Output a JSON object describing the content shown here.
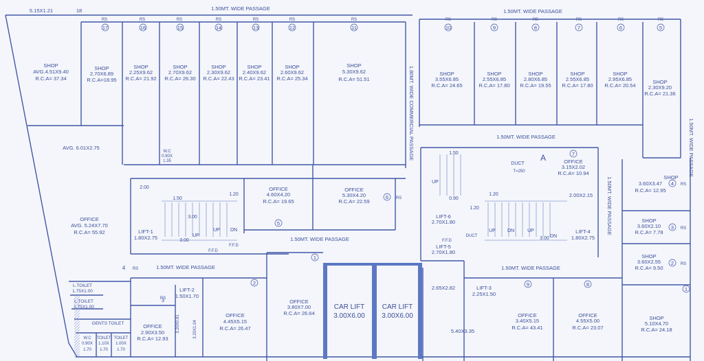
{
  "colors": {
    "paper": "#f4f6fb",
    "ink": "#4257a8",
    "light_ink": "#8c9ad0",
    "car_lift_band": "#5b78c4"
  },
  "corner_dims": {
    "top_left": "5.15X1.21",
    "num_18": "18"
  },
  "passages": {
    "top_left": "1.50MT. WIDE PASSAGE",
    "top_right": "1.50MT. WIDE PASSAGE",
    "commercial_vertical": "1.80MT. WIDE COMMERCIAL PASSAGE",
    "mid_right": "1.50MT. WIDE PASSAGE",
    "right_vertical": "1.50MT. WIDE PASSAGE",
    "lower_center": "1.50MT. WIDE PASSAGE",
    "lower_left": "1.50MT. WIDE PASSAGE",
    "lower_right": "1.50MT. WIDE PASSAGE",
    "far_right_vertical": "1.50MT. WIDE PASSAGE"
  },
  "rooms": {
    "shop_first": {
      "num": "",
      "name": "SHOP",
      "dim": "AVG.4.51X9.40",
      "rca": "R.C.A= 37.34"
    },
    "shop_17": {
      "num": "17",
      "name": "SHOP",
      "dim": "2.70X6.89",
      "rca": "R.C.A=18.95"
    },
    "shop_16": {
      "num": "16",
      "name": "SHOP",
      "dim": "2.25X9.62",
      "rca": "R.C.A= 21.92"
    },
    "shop_15": {
      "num": "15",
      "name": "SHOP",
      "dim": "2.70X9.62",
      "rca": "R.C.A= 26.30"
    },
    "shop_14": {
      "num": "14",
      "name": "SHOP",
      "dim": "2.30X9.62",
      "rca": "R.C.A= 22.43"
    },
    "shop_13": {
      "num": "13",
      "name": "SHOP",
      "dim": "2.40X9.62",
      "rca": "R.C.A= 23.41"
    },
    "shop_12": {
      "num": "12",
      "name": "SHOP",
      "dim": "2.60X9.62",
      "rca": "R.C.A= 25.34"
    },
    "shop_11": {
      "num": "11",
      "name": "SHOP",
      "dim": "5.30X9.62",
      "rca": "R.C.A= 51.51"
    },
    "shop_10": {
      "num": "10",
      "name": "SHOP",
      "dim": "3.55X6.85",
      "rca": "R.C.A= 24.65"
    },
    "shop_9": {
      "num": "9",
      "name": "SHOP",
      "dim": "2.55X6.85",
      "rca": "R.C.A= 17.80"
    },
    "shop_8": {
      "num": "8",
      "name": "SHOP",
      "dim": "2.80X6.85",
      "rca": "R.C.A= 19.55"
    },
    "shop_7": {
      "num": "7",
      "name": "SHOP",
      "dim": "2.55X6.85",
      "rca": "R.C.A= 17.80"
    },
    "shop_6": {
      "num": "6",
      "name": "SHOP",
      "dim": "2.95X6.85",
      "rca": "R.C.A= 20.54"
    },
    "shop_5": {
      "num": "5",
      "name": "SHOP",
      "dim": "2.30X9.20",
      "rca": "R.C.A= 21.36"
    },
    "left_avg": {
      "dim": "AVG. 6.01X2.75"
    },
    "office_left": {
      "name": "OFFICE",
      "dim": "AVG. 5.24X7.70",
      "rca": "R.C.A= 55.92"
    },
    "office_center": {
      "name": "OFFICE",
      "dim": "4.60X4.20",
      "rca": "R.C.A= 19.65"
    },
    "office_center2": {
      "name": "OFFICE",
      "dim": "5.30X4.20",
      "rca": "R.C.A= 22.59"
    },
    "office_7": {
      "num": "7",
      "name": "OFFICE",
      "dim": "3.15X2.02",
      "rca": "R.C.A= 10.94"
    },
    "shop_r4": {
      "num": "4",
      "name": "SHOP",
      "dim": "3.60X3.47",
      "rca": "R.C.A= 12.95"
    },
    "shop_r3": {
      "num": "3",
      "name": "SHOP",
      "dim": "3.60X2.10",
      "rca": "R.C.A= 7.78"
    },
    "shop_r2": {
      "num": "2",
      "name": "SHOP",
      "dim": "3.60X2.55",
      "rca": "R.C.A= 9.50"
    },
    "shop_r1": {
      "num": "1",
      "name": "SHOP",
      "dim": "5.10X4.70",
      "rca": "R.C.A= 24.18"
    },
    "office_bl3": {
      "num": "3",
      "name": "OFFICE",
      "dim": "2.90X3.50",
      "rca": "R.C.A= 12.93"
    },
    "office_bl2": {
      "num": "2",
      "name": "OFFICE",
      "dim": "4.45X5.15",
      "rca": "R.C.A= 26.47"
    },
    "office_bc1": {
      "num": "1",
      "name": "OFFICE",
      "dim": "3.80X7.00",
      "rca": "R.C.A= 26.64"
    },
    "office_br9": {
      "num": "9",
      "name": "OFFICE",
      "dim": "3.40X5.15",
      "rca": "R.C.A= 43.41"
    },
    "office_br8": {
      "num": "8",
      "name": "OFFICE",
      "dim": "4.55X5.00",
      "rca": "R.C.A= 23.07"
    },
    "car_lift_1": {
      "name": "CAR LIFT",
      "dim": "3.00X6.00"
    },
    "car_lift_2": {
      "name": "CAR LIFT",
      "dim": "3.00X6.00"
    },
    "lift_1": {
      "name": "LIFT-1",
      "dim": "1.80X2.75"
    },
    "lift_2": {
      "name": "LIFT-2",
      "dim": "1.50X1.70"
    },
    "lift_3": {
      "name": "LIFT-3",
      "dim": "2.25X1.50"
    },
    "lift_4": {
      "name": "LIFT-4",
      "dim": "1.80X2.75"
    },
    "lift_5": {
      "name": "LIFT-5",
      "dim": "2.70X1.80"
    },
    "lift_6": {
      "name": "LIFT-6",
      "dim": "2.70X1.80"
    },
    "misc_265": {
      "dim": "2.65X2.82"
    },
    "misc_540": {
      "dim": "5.40X3.35"
    },
    "misc_200": {
      "dim": "2.00X2.15"
    },
    "l_toilet1": {
      "name": "L.TOILET",
      "dim": "1.75X1.00"
    },
    "l_toilet2": {
      "name": "L.TOILET",
      "dim": "1.75X1.00"
    },
    "gents_toilet": {
      "name": "GENTS TOILET"
    },
    "wc": {
      "name": "W.C",
      "dim": "0.90X",
      "dim2": "1.70"
    },
    "toilet_a": {
      "name": "TOILET",
      "dim": "1.10X",
      "dim2": "1.70"
    },
    "toilet_b": {
      "name": "TOILET",
      "dim": "1.00X",
      "dim2": "1.70"
    }
  },
  "labels": {
    "rs": "RS",
    "up": "UP",
    "dn": "DN",
    "duct": "DUCT",
    "ffd": "F.F.D",
    "stair_tread": "1.50",
    "stair_mid": "3.00",
    "stair_mid2": "3.00",
    "dim_200": "2.00",
    "dim_215": "2.15",
    "dim_120": "1.20",
    "dim_290": "0.90",
    "dim_170": "1.70",
    "dim_340": "3.47",
    "dim_320a": "3.20X0.81",
    "dim_320b": "3.20X1.04",
    "wc_small": "W.C",
    "wc_small_dim": "0.90X",
    "wc_small_dim2": "1.35",
    "duct_dims": "T=250",
    "num_4": "4",
    "num_5": "5",
    "num_6": "6",
    "num_1": "1",
    "marker_a": "A"
  }
}
